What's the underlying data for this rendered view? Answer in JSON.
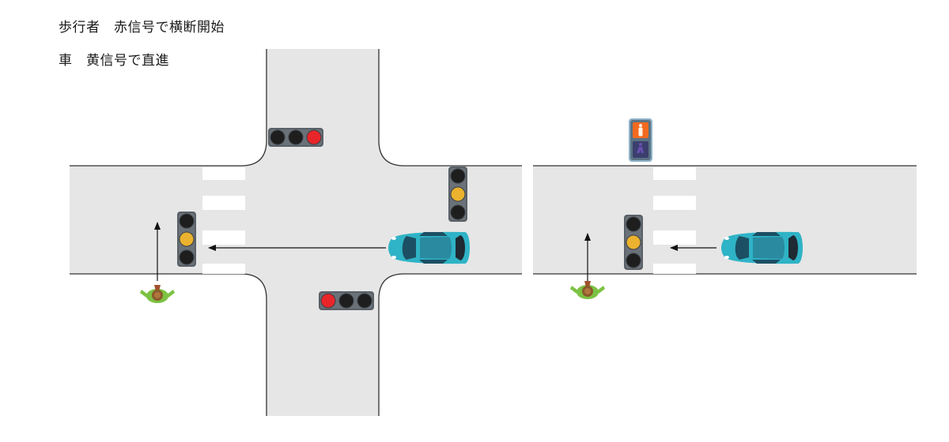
{
  "captions": {
    "pedestrian": "歩行者　赤信号で横断開始",
    "car": "車　黄信号で直進"
  },
  "scene": {
    "intersection": {
      "signals": {
        "west": "yellow",
        "north": "red",
        "east": "yellow",
        "south": "red"
      }
    },
    "crosswalk": {
      "vehicle_signal": "yellow",
      "pedestrian_signal": "red"
    }
  },
  "icons": {
    "car": "blue-car-icon",
    "pedestrian": "pedestrian-icon",
    "traffic_light": "traffic-light-icon",
    "pedestrian_signal": "pedestrian-signal-icon"
  },
  "colors": {
    "road": "#e6e6e6",
    "curb": "#333333",
    "crosswalk": "#ffffff",
    "signal_body": "#555b61",
    "lamp_off": "#1e1e1e",
    "lamp_red": "#e8262a",
    "lamp_yellow": "#eab22e",
    "car_body": "#2fb3c6",
    "car_glass": "#1c4f63",
    "ped_red": "#f26a1f",
    "ped_off": "#3b3f6e",
    "pedestrian_shirt": "#7cc242",
    "pedestrian_head": "#8b5a2b"
  }
}
